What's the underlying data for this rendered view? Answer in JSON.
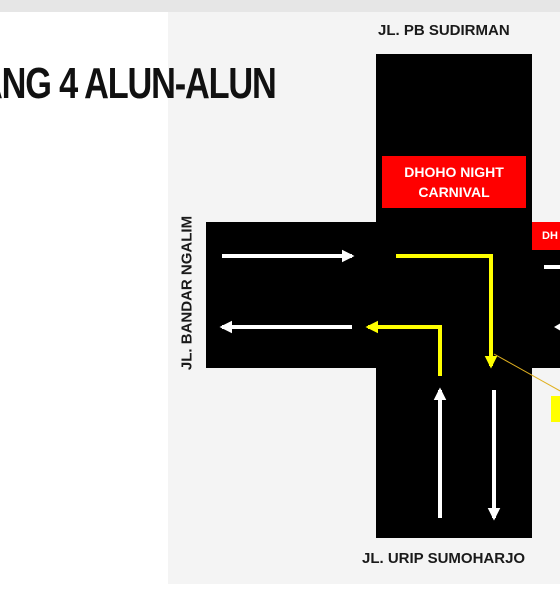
{
  "title": "ANG 4 ALUN-ALUN",
  "roads": {
    "top": "JL. PB SUDIRMAN",
    "left": "JL. BANDAR NGALIM",
    "bottom": "JL. URIP SUMOHARJO"
  },
  "labels": {
    "main_tag": "DHOHO NIGHT CARNIVAL",
    "clipped_tag": "DH"
  },
  "colors": {
    "road": "#000000",
    "tag": "#ff0000",
    "arrow_white": "#ffffff",
    "arrow_yellow": "#ffff00"
  }
}
